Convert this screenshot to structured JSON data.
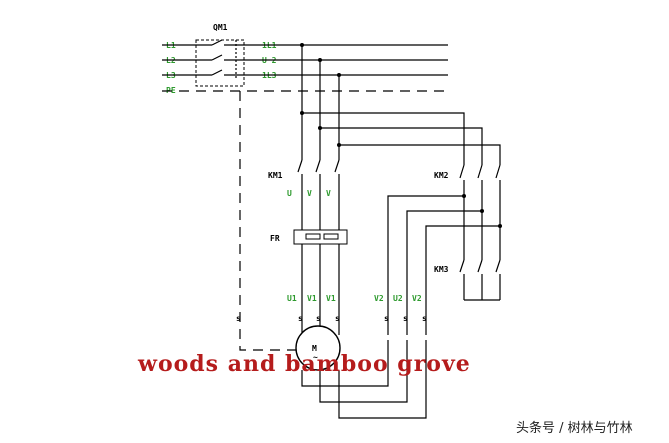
{
  "labels": {
    "qm1": "QM1",
    "l1": "L1",
    "l2": "L2",
    "l3": "L3",
    "pe": "PE",
    "l1l1": "1L1",
    "l1u2": "U 2",
    "l1l3": "1L3",
    "km1": "KM1",
    "km2": "KM2",
    "km3": "KM3",
    "fr": "FR",
    "u_a": "U",
    "v_a": "V",
    "v_b": "V",
    "u1": "U1",
    "v1a": "V1",
    "v1b": "V1",
    "v2a": "V2",
    "u2": "U2",
    "v2b": "V2",
    "motor": "M\n~"
  },
  "watermark": "woods and bamboo grove",
  "credit": "头条号 / 树林与竹林",
  "colors": {
    "green": "#2e9a2e",
    "red": "#b51c1c",
    "black": "#000000"
  }
}
